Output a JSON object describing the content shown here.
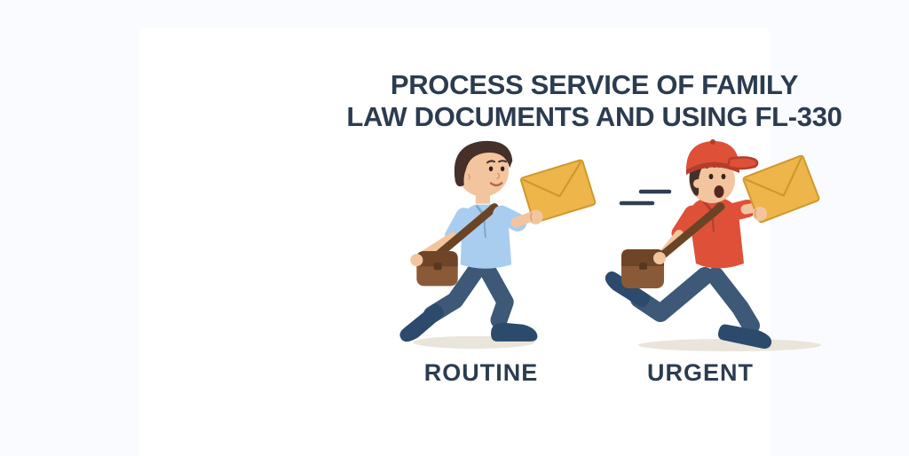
{
  "title": {
    "line1": "PROCESS SERVICE OF FAMILY",
    "line2": "LAW DOCUMENTS AND USING FL-330"
  },
  "labels": {
    "routine": "ROUTINE",
    "urgent": "URGENT"
  },
  "icons": {
    "left_figure": "walking-courier-with-envelope",
    "right_figure": "running-courier-with-envelope",
    "speed_lines": "speed-lines",
    "envelope": "yellow-envelope"
  },
  "colors": {
    "bg": "#fafbfe",
    "card": "#ffffff",
    "ink": "#2c3c50",
    "envelope": "#eeb64a",
    "envelope_line": "#cf982f",
    "shirt_blue": "#a9cdee",
    "shirt_blue_line": "#7fa8cf",
    "red": "#df5038",
    "red_dark": "#b53d2c",
    "pants": "#3d5977",
    "shoes": "#2c4a6b",
    "bag": "#8a5a38",
    "bag_flap": "#6f4527",
    "bag_clasp": "#59371f",
    "strap": "#6b4426",
    "skin": "#f3c59f",
    "skin_line": "#d9a071",
    "hair": "#45302a",
    "eyes": "#33241f",
    "mouth": "#53281f",
    "smile": "#b06a4a",
    "shadow": "#eae5da",
    "speed": "#2e3e52"
  }
}
